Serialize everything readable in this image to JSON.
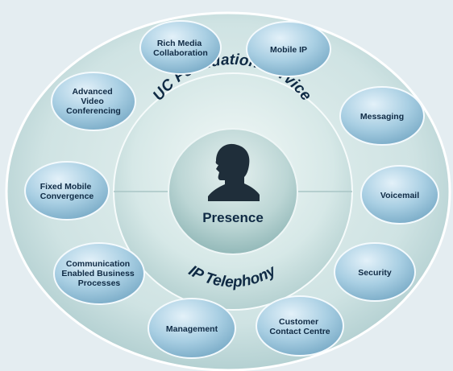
{
  "diagram": {
    "center_label": "Presence",
    "ring_top_label": "UC Foundation Service",
    "ring_bottom_label": "IP Telephony",
    "person_icon": "person-silhouette-icon",
    "bubbles": [
      {
        "id": "rich-media",
        "lines": [
          "Rich Media",
          "Collaboration"
        ]
      },
      {
        "id": "mobile-ip",
        "lines": [
          "Mobile IP"
        ]
      },
      {
        "id": "advanced-video",
        "lines": [
          "Advanced",
          "Video",
          "Conferencing"
        ]
      },
      {
        "id": "messaging",
        "lines": [
          "Messaging"
        ]
      },
      {
        "id": "fixed-mobile",
        "lines": [
          "Fixed Mobile",
          "Convergence"
        ]
      },
      {
        "id": "voicemail",
        "lines": [
          "Voicemail"
        ]
      },
      {
        "id": "communication-enabled",
        "lines": [
          "Communication",
          "Enabled Business",
          "Processes"
        ]
      },
      {
        "id": "security",
        "lines": [
          "Security"
        ]
      },
      {
        "id": "management",
        "lines": [
          "Management"
        ]
      },
      {
        "id": "customer-contact",
        "lines": [
          "Customer",
          "Contact Centre"
        ]
      }
    ],
    "colors": {
      "background": "#e4edf1",
      "outer_ring": "#c3dbdc",
      "inner_ring": "#d7e9e8",
      "core": "#b9d3d2",
      "bubble": "#a8cde0",
      "text": "#0f2a44"
    }
  }
}
